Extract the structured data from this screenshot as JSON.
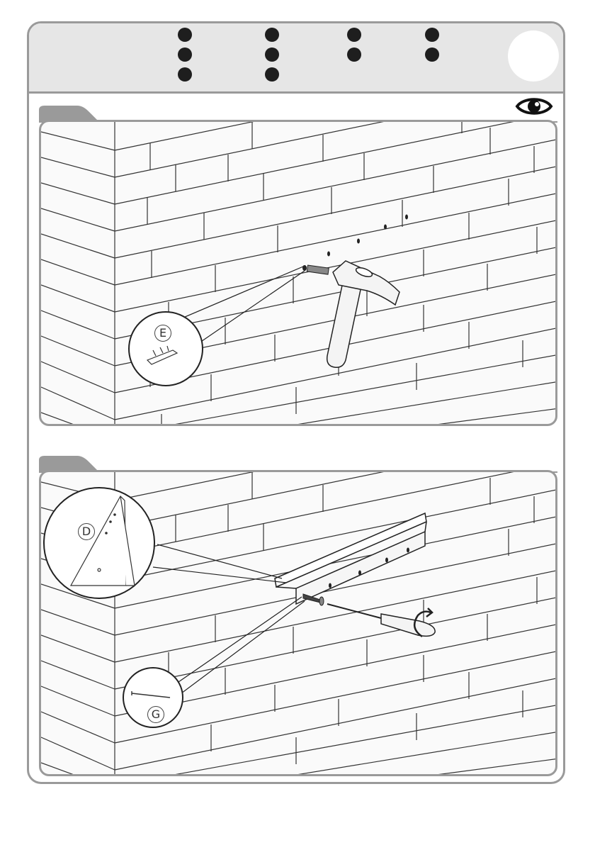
{
  "steps": [
    {
      "callout_label": "E"
    },
    {
      "callout_labels": [
        "D",
        "G"
      ]
    }
  ],
  "icons": {
    "view": "eye-icon",
    "tool_step1": "hammer-icon",
    "tool_step2": "screwdriver-icon",
    "rotation": "rotate-arrow-icon"
  },
  "colors": {
    "accent_gray": "#9a9a9a",
    "header_bg": "#e6e6e6",
    "ink": "#1e1e1e"
  }
}
